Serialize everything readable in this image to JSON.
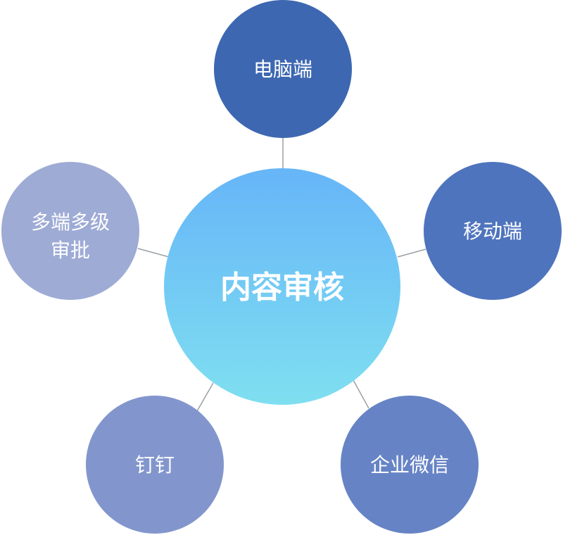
{
  "center": {
    "label": "内容审核",
    "color_top": "#66b5f8",
    "color_bottom": "#7fdff0"
  },
  "nodes": [
    {
      "id": "desktop",
      "lines": [
        "电脑端"
      ],
      "color": "#3d67b1"
    },
    {
      "id": "mobile",
      "lines": [
        "移动端"
      ],
      "color": "#4f74be"
    },
    {
      "id": "wecom",
      "lines": [
        "企业微信"
      ],
      "color": "#6684c5"
    },
    {
      "id": "dingtalk",
      "lines": [
        "钉钉"
      ],
      "color": "#8296cd"
    },
    {
      "id": "multi-approval",
      "lines": [
        "多端多级",
        "审批"
      ],
      "color": "#9eabd5"
    }
  ],
  "connector_color": "#9aa0a6"
}
